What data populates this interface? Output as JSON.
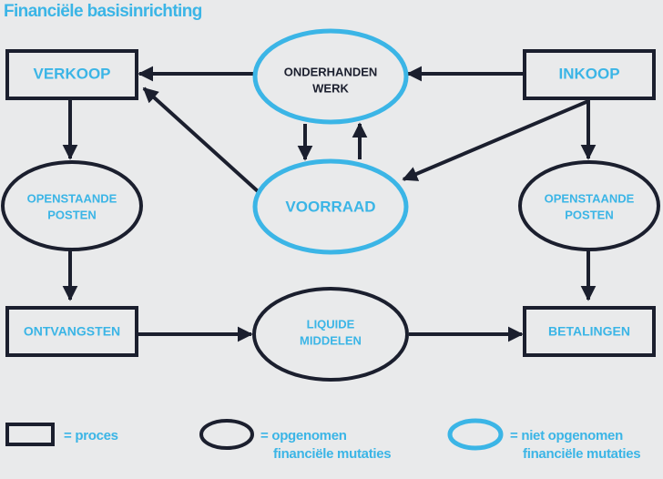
{
  "title": "Financiële basisinrichting",
  "colors": {
    "accent": "#3bb5e6",
    "dark": "#1b1f2e",
    "fill": "#e9eaeb"
  },
  "nodes": {
    "verkoop": "VERKOOP",
    "onderhanden_werk": [
      "ONDERHANDEN",
      "WERK"
    ],
    "inkoop": "INKOOP",
    "openstaande_posten_left": [
      "OPENSTAANDE",
      "POSTEN"
    ],
    "voorraad": "VOORRAAD",
    "openstaande_posten_right": [
      "OPENSTAANDE",
      "POSTEN"
    ],
    "ontvangsten": "ONTVANGSTEN",
    "liquide_middelen": [
      "LIQUIDE",
      "MIDDELEN"
    ],
    "betalingen": "BETALINGEN"
  },
  "legend": {
    "proces": "= proces",
    "opgenomen": [
      "= opgenomen",
      "financiële mutaties"
    ],
    "niet_opgenomen": [
      "= niet opgenomen",
      "financiële mutaties"
    ]
  }
}
